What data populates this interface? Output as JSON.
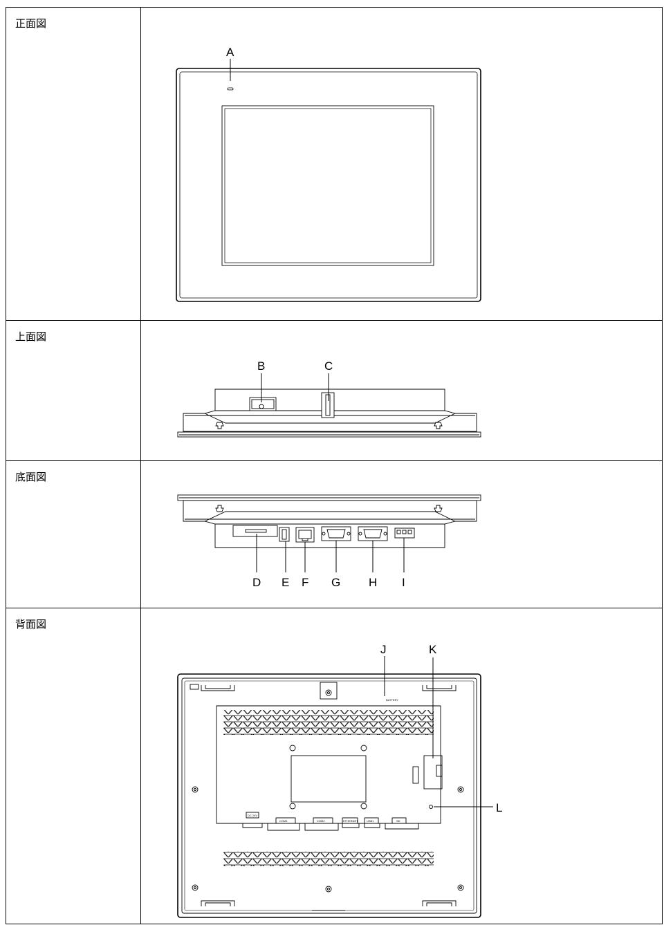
{
  "views": {
    "front": {
      "label": "正面図"
    },
    "top": {
      "label": "上面図"
    },
    "bottom": {
      "label": "底面図"
    },
    "rear": {
      "label": "背面図"
    }
  },
  "callouts": {
    "a": "A",
    "b": "B",
    "c": "C",
    "d": "D",
    "e": "E",
    "f": "F",
    "g": "G",
    "h": "H",
    "i": "I",
    "j": "J",
    "k": "K",
    "l": "L"
  },
  "rear_markings": {
    "battery": "BATTERY",
    "dc24v": "DC 24V",
    "com1": "COM1",
    "com2": "COM2",
    "ethernet": "ETHERNET",
    "usb1": "USB1",
    "sd": "SD"
  }
}
